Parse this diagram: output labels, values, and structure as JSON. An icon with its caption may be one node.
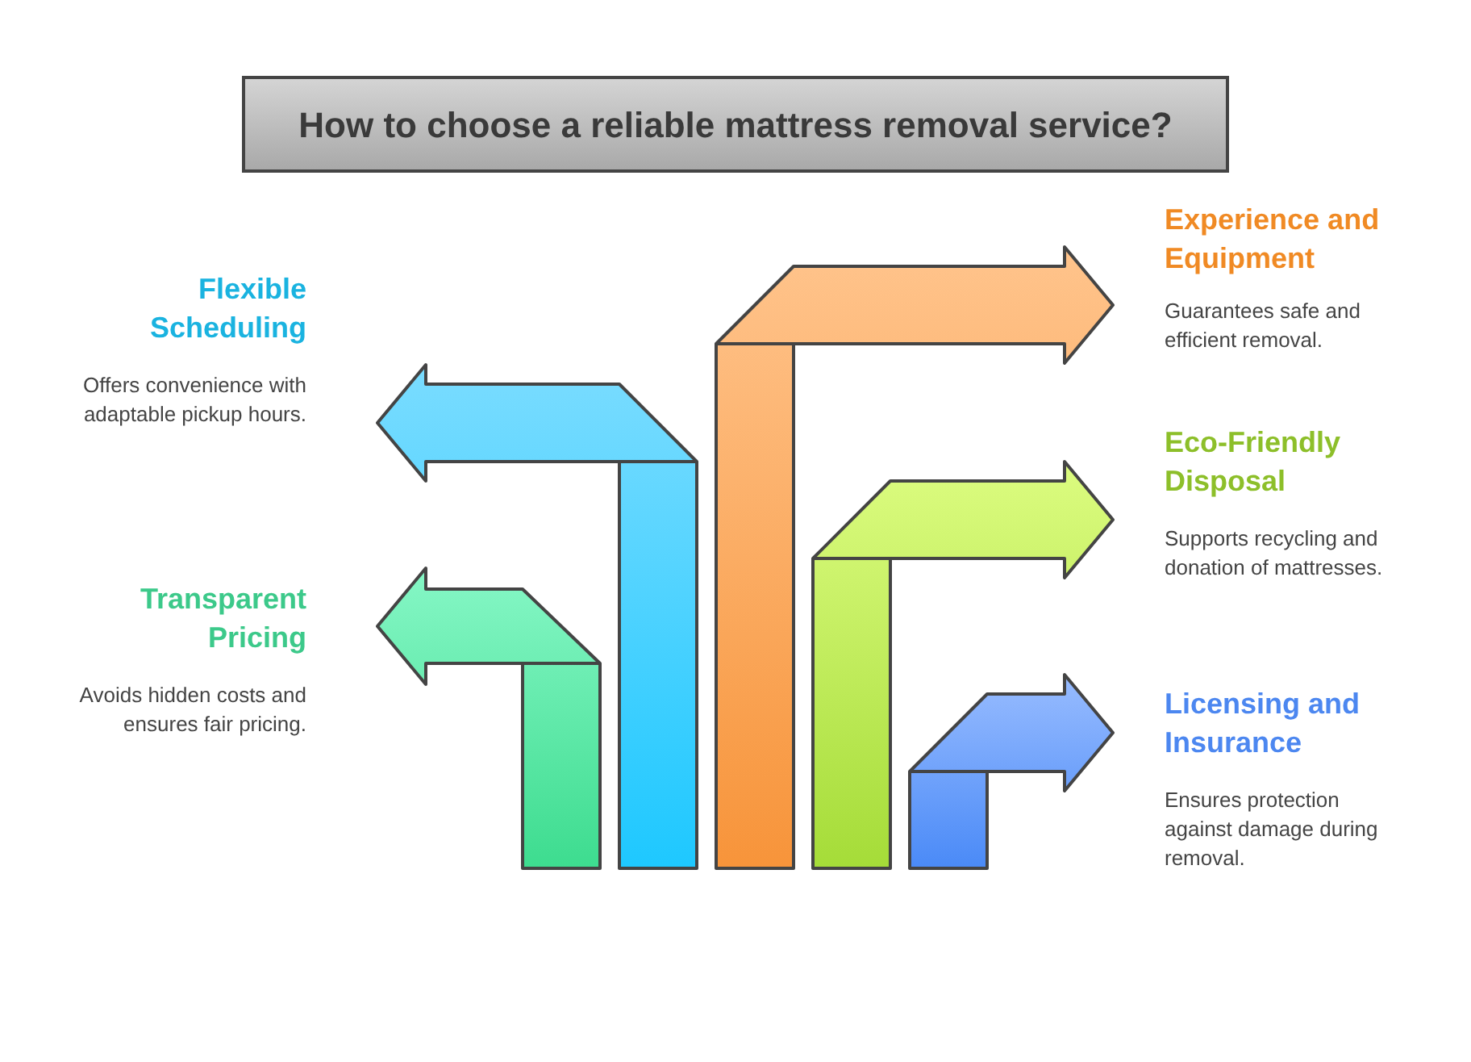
{
  "diagram": {
    "title": "How to choose a reliable mattress removal service?",
    "nodes": [
      {
        "text": [
          "Flexible Scheduling",
          "Offers convenience with adaptable pickup hours."
        ]
      },
      {
        "text": [
          "Transparent Pricing",
          "Avoids hidden costs and ensures fair pricing."
        ]
      },
      {
        "text": [
          "Experience and Equipment",
          "Guarantees safe and efficient removal."
        ]
      },
      {
        "text": [
          "Eco-Friendly Disposal",
          "Supports recycling and donation of mattresses."
        ]
      },
      {
        "text": [
          "Licensing and Insurance",
          "Ensures protection against damage during removal."
        ]
      }
    ]
  }
}
